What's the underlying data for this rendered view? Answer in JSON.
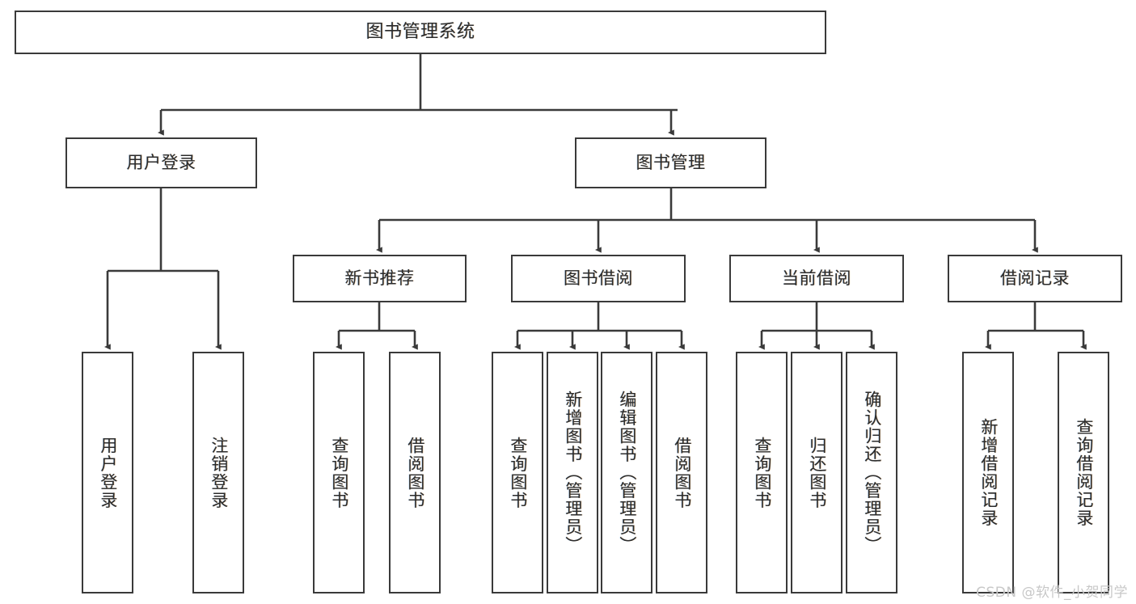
{
  "diagram": {
    "type": "tree",
    "title": "图书管理系统",
    "watermark": "CSDN @软件_小贺同学",
    "colors": {
      "background": "#ffffff",
      "stroke": "#3a3a3a",
      "text": "#2b2b2b",
      "watermark": "#c8c8c8"
    },
    "root": {
      "label": "图书管理系统"
    },
    "level2": [
      {
        "label": "用户登录"
      },
      {
        "label": "图书管理"
      }
    ],
    "level3": [
      {
        "label": "新书推荐"
      },
      {
        "label": "图书借阅"
      },
      {
        "label": "当前借阅"
      },
      {
        "label": "借阅记录"
      }
    ],
    "leaves": {
      "user_login": [
        {
          "label": "用户登录"
        },
        {
          "label": "注销登录"
        }
      ],
      "new_book": [
        {
          "label": "查询图书"
        },
        {
          "label": "借阅图书"
        }
      ],
      "borrow_book": [
        {
          "label": "查询图书"
        },
        {
          "label": "新增图书（管理员）"
        },
        {
          "label": "编辑图书（管理员）"
        },
        {
          "label": "借阅图书"
        }
      ],
      "current_borrow": [
        {
          "label": "查询图书"
        },
        {
          "label": "归还图书"
        },
        {
          "label": "确认归还（管理员）"
        }
      ],
      "borrow_record": [
        {
          "label": "新增借阅记录"
        },
        {
          "label": "查询借阅记录"
        }
      ]
    }
  }
}
